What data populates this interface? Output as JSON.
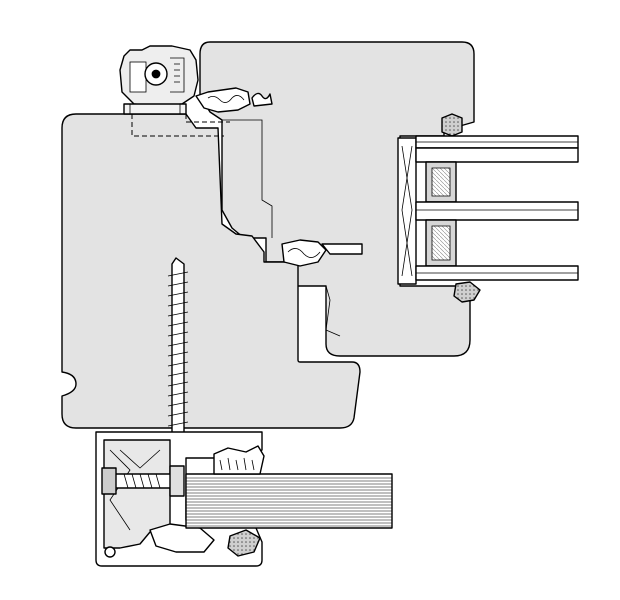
{
  "diagram": {
    "kind": "window-frame-cross-section",
    "colors": {
      "background": "#ffffff",
      "timber": "#e3e3e3",
      "outline": "#000000",
      "glass": "#ffffff",
      "spacer": "#d6d6d6",
      "hardware": "#eeeeee",
      "sealant": "#bdbdbd"
    },
    "components": [
      "sash-profile",
      "frame-profile",
      "glazing-unit",
      "glazing-bead",
      "locking-hardware",
      "screw",
      "bottom-connector",
      "sill-insulation",
      "weather-seals"
    ]
  }
}
